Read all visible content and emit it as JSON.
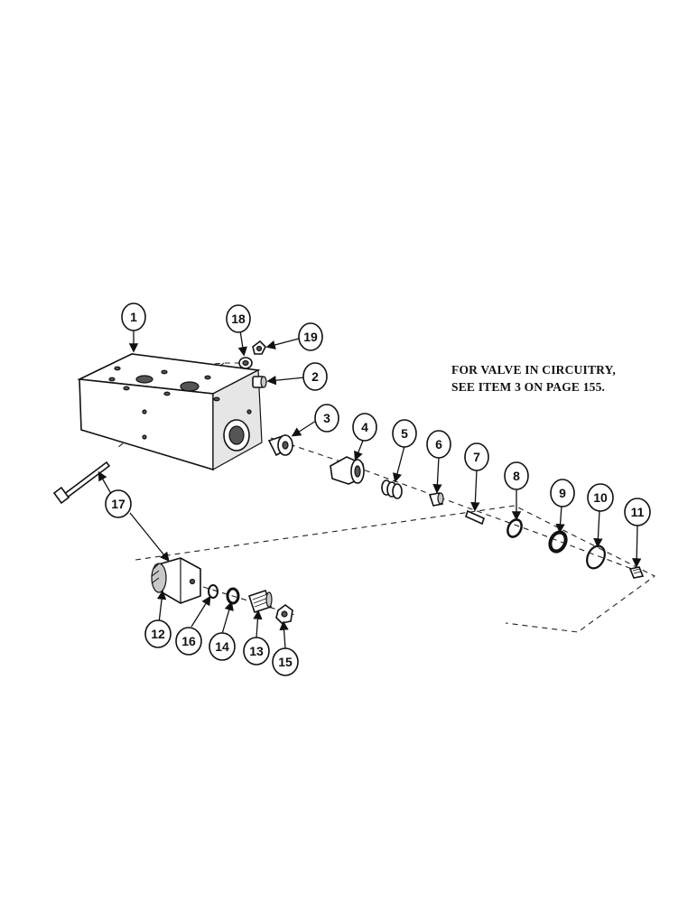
{
  "note": {
    "line1": "FOR VALVE IN CIRCUITRY,",
    "line2": "SEE ITEM 3 ON PAGE 155."
  },
  "callouts": {
    "c1": "1",
    "c2": "2",
    "c3": "3",
    "c4": "4",
    "c5": "5",
    "c6": "6",
    "c7": "7",
    "c8": "8",
    "c9": "9",
    "c10": "10",
    "c11": "11",
    "c12": "12",
    "c13": "13",
    "c14": "14",
    "c15": "15",
    "c16": "16",
    "c17": "17",
    "c18": "18",
    "c19": "19"
  }
}
